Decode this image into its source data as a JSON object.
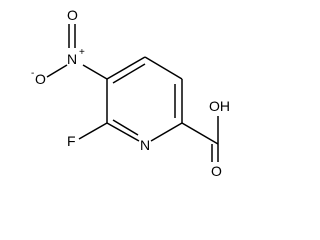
{
  "structure": {
    "atoms": {
      "nitro_n": "N",
      "nitro_n_charge": "+",
      "nitro_o_top": "O",
      "nitro_o_left": "O",
      "nitro_o_charge": "-",
      "ring_n": "N",
      "fluorine": "F",
      "carboxyl_oh": "OH",
      "carbonyl_o": "O"
    }
  }
}
